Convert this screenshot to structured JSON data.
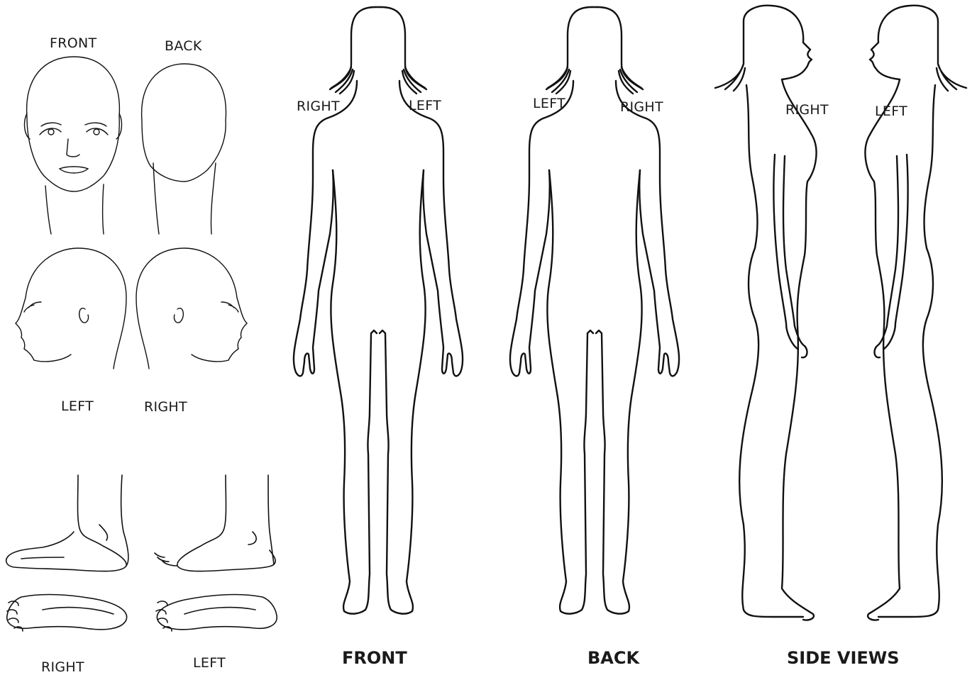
{
  "head_labels": {
    "front": "FRONT",
    "back": "BACK",
    "left": "LEFT",
    "right": "RIGHT"
  },
  "feet_labels": {
    "right": "RIGHT",
    "left": "LEFT"
  },
  "body_front": {
    "caption": "FRONT",
    "right": "RIGHT",
    "left": "LEFT"
  },
  "body_back": {
    "caption": "BACK",
    "left": "LEFT",
    "right": "RIGHT"
  },
  "side_views": {
    "caption": "SIDE VIEWS",
    "right": "RIGHT",
    "left": "LEFT"
  }
}
